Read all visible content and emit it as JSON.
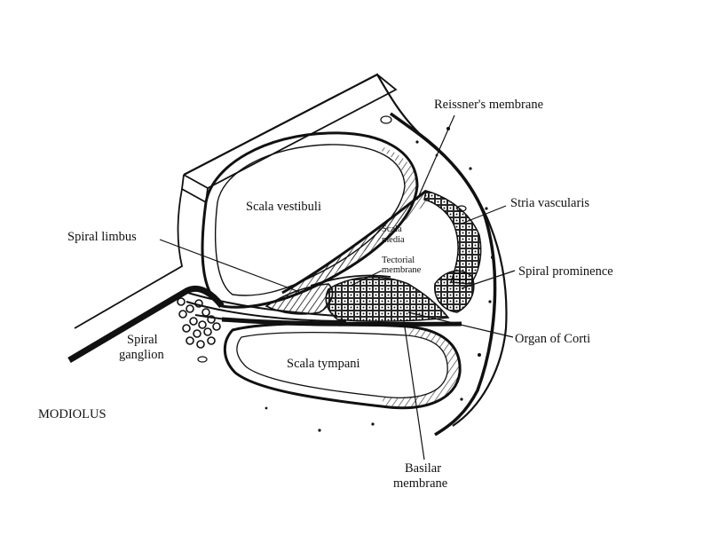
{
  "figure": {
    "colors": {
      "ink": "#111111",
      "background": "#ffffff"
    },
    "labels": {
      "reissners_membrane": "Reissner's membrane",
      "stria_vascularis": "Stria vascularis",
      "spiral_limbus": "Spiral limbus",
      "scala_vestibuli": "Scala vestibuli",
      "scala_media_line1": "Scala",
      "scala_media_line2": "media",
      "tectorial_line1": "Tectorial",
      "tectorial_line2": "membrane",
      "spiral_prominence": "Spiral prominence",
      "spiral_ganglion_line1": "Spiral",
      "spiral_ganglion_line2": "ganglion",
      "organ_of_corti": "Organ of Corti",
      "scala_tympani": "Scala tympani",
      "modiolus": "MODIOLUS",
      "basilar_line1": "Basilar",
      "basilar_line2": "membrane"
    }
  }
}
